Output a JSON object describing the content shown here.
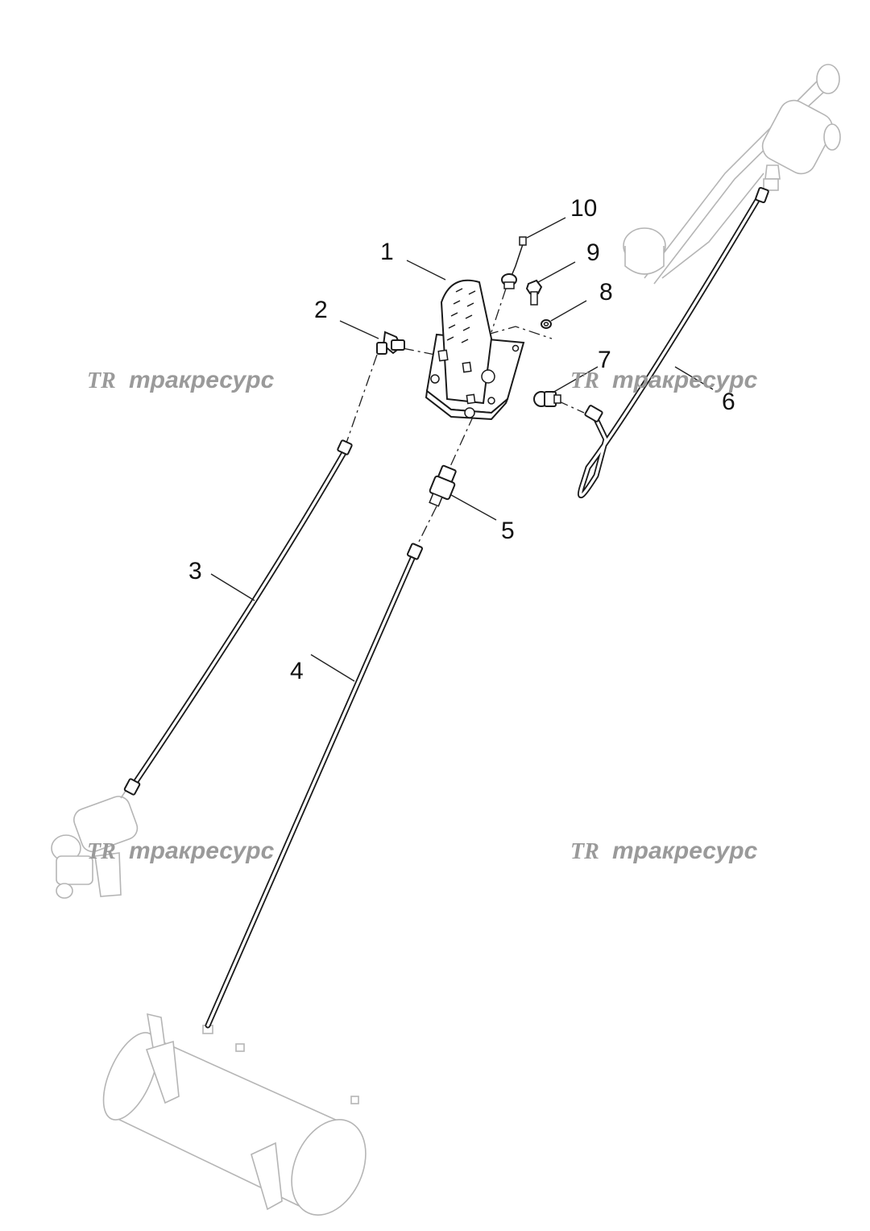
{
  "callouts": [
    {
      "id": "1",
      "label": "1"
    },
    {
      "id": "2",
      "label": "2"
    },
    {
      "id": "3",
      "label": "3"
    },
    {
      "id": "4",
      "label": "4"
    },
    {
      "id": "5",
      "label": "5"
    },
    {
      "id": "6",
      "label": "6"
    },
    {
      "id": "7",
      "label": "7"
    },
    {
      "id": "8",
      "label": "8"
    },
    {
      "id": "9",
      "label": "9"
    },
    {
      "id": "10",
      "label": "10"
    }
  ],
  "watermark": {
    "logo": "TR",
    "text": "тракресурс"
  }
}
